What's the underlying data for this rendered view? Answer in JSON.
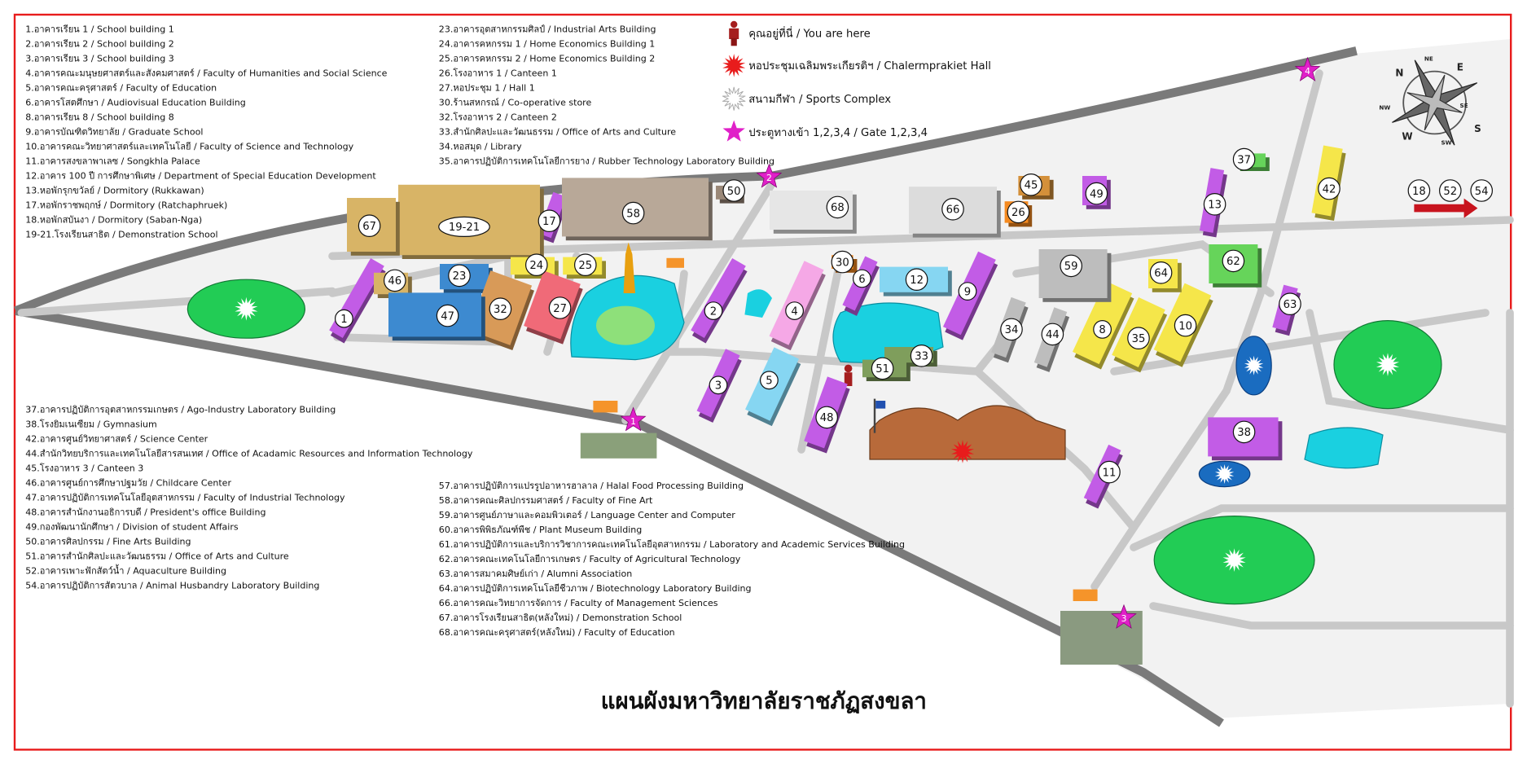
{
  "title": "แผนผังมหาวิทยาลัยราชภัฏสงขลา",
  "legend": {
    "you_are_here": "คุณอยู่ที่นี่ / You are here",
    "hall": "หอประชุมเฉลิมพระเกียรติฯ / Chalermprakiet Hall",
    "sports": "สนามกีฬา / Sports Complex",
    "gate": "ประตูทางเข้า 1,2,3,4 / Gate 1,2,3,4"
  },
  "lists": {
    "list1": [
      "1.อาคารเรียน 1 / School building 1",
      "2.อาคารเรียน 2 / School building 2",
      "3.อาคารเรียน 3 / School building 3",
      "4.อาคารคณะมนุษยศาสตร์และสังคมศาสตร์ / Faculty of Humanities and Social Science",
      "5.อาคารคณะครุศาสตร์ / Faculty of Education",
      "6.อาคารโสตศึกษา / Audiovisual Education Building",
      "8.อาคารเรียน 8  / School building 8",
      "9.อาคารบัณฑิตวิทยาลัย / Graduate School",
      "10.อาคารคณะวิทยาศาสตร์และเทคโนโลยี / Faculty of Science and Technology",
      "11.อาคารสงขลาพาเลซ / Songkhla Palace",
      "12.อาคาร 100 ปี การศึกษาพิเศษ / Department of Special Education Development",
      "13.หอพักรุกขวัลย์ / Dormitory (Rukkawan)",
      "17.หอพักราชพฤกษ์ / Dormitory (Ratchaphruek)",
      "18.หอพักสบันงา / Dormitory (Saban-Nga)",
      "19-21.โรงเรียนสาธิต / Demonstration School"
    ],
    "list2": [
      "23.อาคารอุตสาหกรรมศิลป์ / Industrial Arts Building",
      "24.อาคารคหกรรม 1 / Home Economics Building 1",
      "25.อาคารคหกรรม 2 / Home Economics Building 2",
      "26.โรงอาหาร 1 / Canteen 1",
      "27.หอประชุม 1 / Hall 1",
      "30.ร้านสหกรณ์ / Co-operative store",
      "32.โรงอาหาร 2 / Canteen 2",
      "33.สำนักศิลปะและวัฒนธรรม / Office of Arts and Culture",
      "34.หอสมุด / Library",
      "35.อาคารปฏิบัติการเทคโนโลยีการยาง / Rubber Technology Laboratory Building"
    ],
    "list3": [
      "37.อาคารปฏิบัติการอุตสาหกรรมเกษตร / Ago-Industry Laboratory Building",
      "38.โรงยิมเนเซียม / Gymnasium",
      "42.อาคารศูนย์วิทยาศาสตร์ / Science Center",
      "44.สำนักวิทยบริการและเทคโนโลยีสารสนเทศ / Office of Acadamic Resources and Information Technology",
      "45.โรงอาหาร 3 / Canteen 3",
      "46.อาคารศูนย์การศึกษาปฐมวัย / Childcare Center",
      "47.อาคารปฏิบัติการเทคโนโลยีอุตสาหกรรม  / Faculty of Industrial Technology",
      "48.อาคารสำนักงานอธิการบดี / President's office Building",
      "49.กองพัฒนานักศึกษา / Division of student Affairs",
      "50.อาคารศิลปกรรม / Fine Arts Building",
      "51.อาคารสำนักศิลปะและวัฒนธรรม / Office of Arts and Culture",
      "52.อาคารเพาะฟักสัตว์น้ำ / Aquaculture Building",
      "54.อาคารปฏิบัติการสัตวบาล / Animal Husbandry Laboratory Building"
    ],
    "list4": [
      "57.อาคารปฏิบัติการแปรรูปอาหารฮาลาล / Halal Food Processing Building",
      "58.อาคารคณะศิลปกรรมศาสตร์ / Faculty of Fine Art",
      "59.อาคารศูนย์ภาษาและคอมพิวเตอร์ / Language Center and Computer",
      "60.อาคารพิพิธภัณฑ์พืช / Plant Museum Building",
      "61.อาคารปฏิบัติการและบริการวิชาการคณะเทคโนโลยีอุตสาหกรรม / Laboratory and Academic Services Building",
      "62.อาคารคณะเทคโนโลยีการเกษตร / Faculty of Agricultural Technology",
      "63.อาคารสมาคมศิษย์เก่า / Alumni Association",
      "64.อาคารปฏิบัติการเทคโนโลยีชีวภาพ / Biotechnology Laboratory Building",
      "66.อาคารคณะวิทยาการจัดการ / Faculty of Management Sciences",
      "67.อาคารโรงเรียนสาธิต(หลังใหม่) / Demonstration School",
      "68.อาคารคณะครุศาสตร์(หลังใหม่) / Faculty of Education"
    ]
  },
  "map": {
    "markers": [
      "1",
      "2",
      "3",
      "4",
      "5",
      "6",
      "8",
      "9",
      "10",
      "11",
      "12",
      "13",
      "17",
      "19-21",
      "23",
      "24",
      "25",
      "26",
      "27",
      "30",
      "32",
      "33",
      "34",
      "35",
      "37",
      "38",
      "42",
      "44",
      "45",
      "46",
      "47",
      "48",
      "49",
      "50",
      "51",
      "58",
      "59",
      "62",
      "63",
      "64",
      "66",
      "67",
      "68",
      "18",
      "52",
      "54"
    ],
    "gates": [
      "1",
      "2",
      "3",
      "4"
    ],
    "compass": [
      "N",
      "E",
      "S",
      "W",
      "NE",
      "NW",
      "SE",
      "SW"
    ]
  },
  "colors": {
    "border": "#e81c1c",
    "road": "#7a7a7a",
    "path": "#c8c8c8",
    "gate": "#e020c8",
    "hall": "#e81c1c",
    "field": "#22cc55"
  }
}
